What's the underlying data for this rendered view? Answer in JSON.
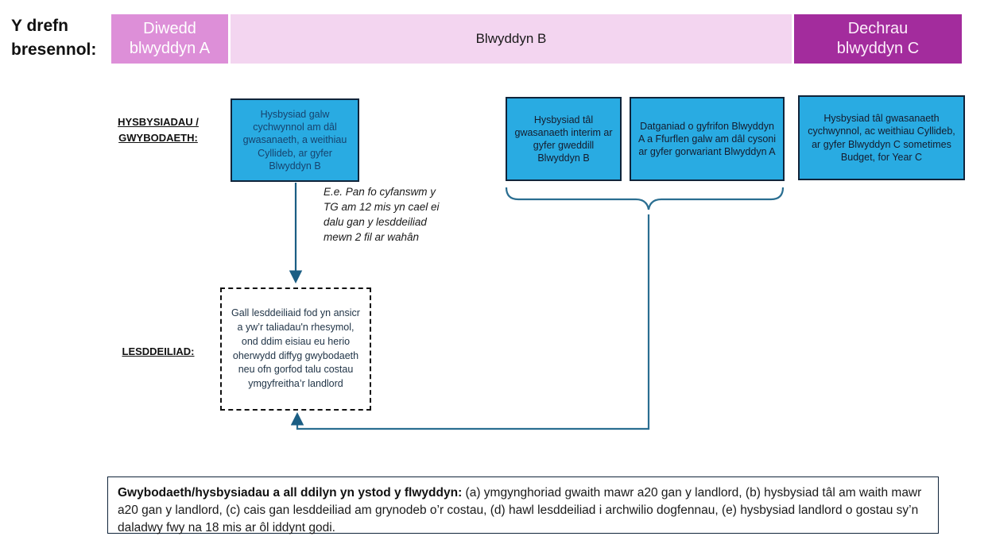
{
  "page": {
    "title": "Y drefn bresennol:"
  },
  "timeline": {
    "segments": [
      {
        "label": "Diwedd blwyddyn A",
        "bg": "#dd8fd8",
        "text_color": "#ffffff"
      },
      {
        "label": "Blwyddyn B",
        "bg": "#f3d5f0",
        "text_color": "#1a1a1a"
      },
      {
        "label": "Dechrau blwyddyn C",
        "bg": "#a32c9d",
        "text_color": "#ffffff"
      }
    ]
  },
  "row_labels": {
    "notices": "HYSBYSIADAU / GWYBODAETH:",
    "leaseholder": "LESDDEILIAD:"
  },
  "notice_boxes": [
    {
      "text": "Hysbysiad galw cychwynnol am dâl gwasanaeth, a weithiau Cyllideb, ar gyfer Blwyddyn B"
    },
    {
      "text": "Hysbysiad tâl gwasanaeth interim ar gyfer gweddill Blwyddyn B"
    },
    {
      "text": "Datganiad o gyfrifon Blwyddyn A a Ffurflen galw am dâl cysoni ar gyfer gorwariant Blwyddyn A"
    },
    {
      "text": "Hysbysiad tâl gwasanaeth cychwynnol, ac weithiau Cyllideb, ar gyfer Blwyddyn C sometimes Budget, for Year C"
    }
  ],
  "side_note": "E.e. Pan fo cyfanswm y TG am 12 mis yn cael ei dalu gan y lesddeiliad mewn 2 fil ar wahân",
  "leaseholder_box": "Gall lesddeiliaid fod yn ansicr a yw’r taliadau'n rhesymol, ond ddim eisiau eu herio oherwydd diffyg gwybodaeth neu ofn gorfod talu costau ymgyfreitha’r landlord",
  "footer": {
    "bold": "Gwybodaeth/hysbysiadau a all ddilyn yn ystod y flwyddyn:",
    "rest": " (a) ymgynghoriad gwaith mawr a20 gan y landlord, (b) hysbysiad tâl am waith mawr a20 gan y landlord, (c) cais gan lesddeiliad am grynodeb o’r costau, (d) hawl lesddeiliad i archwilio dogfennau, (e) hysbysiad landlord o gostau sy’n daladwy fwy na 18 mis ar ôl iddynt godi."
  },
  "colors": {
    "notice_fill": "#29abe2",
    "notice_border": "#10243a",
    "connector": "#2a6e91",
    "segment_a": "#dd8fd8",
    "segment_b": "#f3d5f0",
    "segment_c": "#a32c9d"
  }
}
